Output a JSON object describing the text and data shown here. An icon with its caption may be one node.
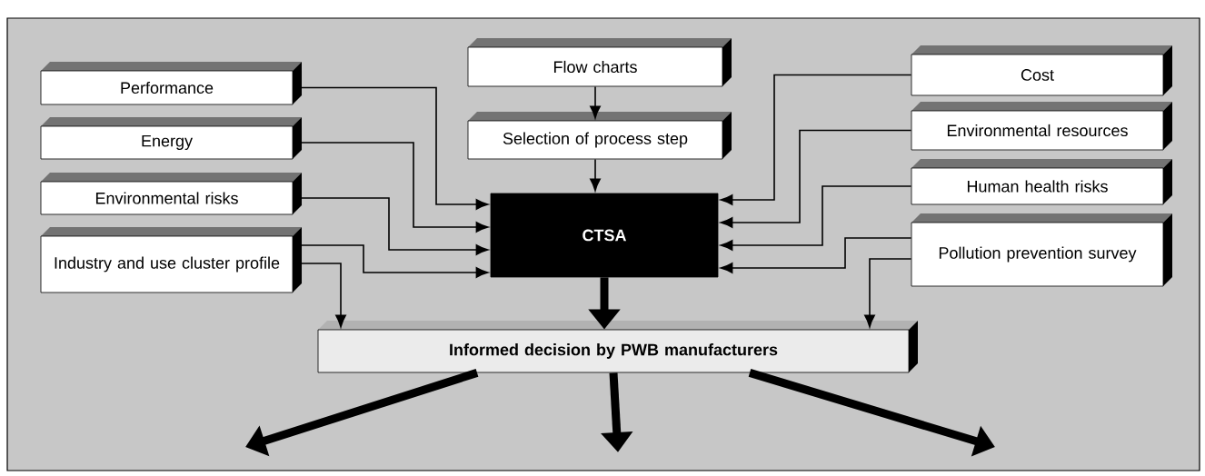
{
  "diagram": {
    "nodes": [
      {
        "text": [
          "Performance"
        ]
      },
      {
        "text": [
          "Energy"
        ]
      },
      {
        "text": [
          "Environmental risks"
        ]
      },
      {
        "text": [
          "Industry and use cluster profile"
        ]
      },
      {
        "text": [
          "Flow charts"
        ]
      },
      {
        "text": [
          "Selection of process step"
        ]
      },
      {
        "text": [
          "Cost"
        ]
      },
      {
        "text": [
          "Environmental resources"
        ]
      },
      {
        "text": [
          "Human health risks"
        ]
      },
      {
        "text": [
          "Pollution prevention survey"
        ]
      },
      {
        "text": [
          "CTSA"
        ]
      },
      {
        "text": [
          "Informed decision by PWB manufacturers"
        ]
      }
    ],
    "edges": [
      {
        "from": 4,
        "to": 5,
        "arrow": "to"
      },
      {
        "from": 5,
        "to": 10,
        "arrow": "to"
      },
      {
        "from": 0,
        "to": 10,
        "arrow": "to"
      },
      {
        "from": 1,
        "to": 10,
        "arrow": "to"
      },
      {
        "from": 2,
        "to": 10,
        "arrow": "to"
      },
      {
        "from": 3,
        "to": 10,
        "arrow": "to"
      },
      {
        "from": 3,
        "to": 11,
        "arrow": "to"
      },
      {
        "from": 6,
        "to": 10,
        "arrow": "to"
      },
      {
        "from": 7,
        "to": 10,
        "arrow": "to"
      },
      {
        "from": 8,
        "to": 10,
        "arrow": "to"
      },
      {
        "from": 9,
        "to": 10,
        "arrow": "to"
      },
      {
        "from": 9,
        "to": 11,
        "arrow": "to"
      },
      {
        "from": 10,
        "to": 11,
        "arrow": "to",
        "style": "thick"
      },
      {
        "from": 11,
        "to": null,
        "arrow": "to",
        "style": "thick"
      },
      {
        "from": 11,
        "to": null,
        "arrow": "to",
        "style": "thick"
      },
      {
        "from": 11,
        "to": null,
        "arrow": "to",
        "style": "thick"
      }
    ]
  }
}
